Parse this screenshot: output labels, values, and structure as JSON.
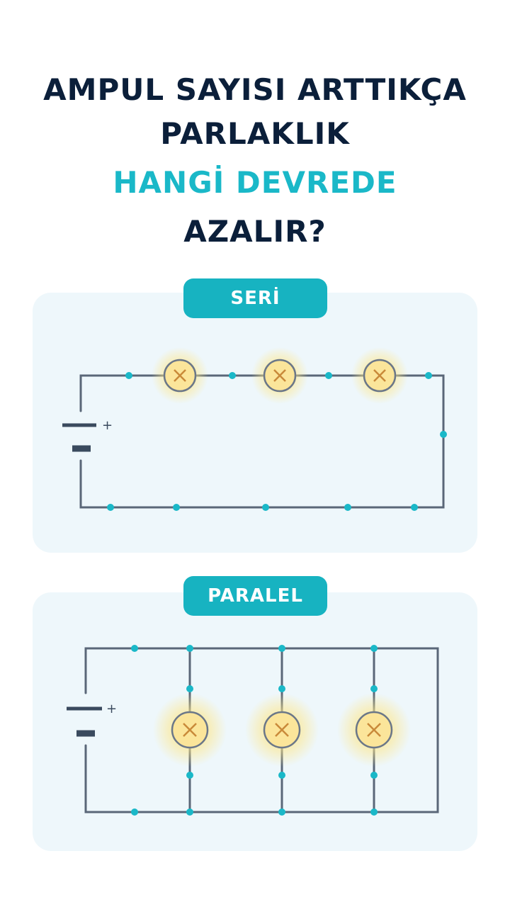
{
  "headline": {
    "line1": "AMPUL SAYISI ARTTIKÇA",
    "line2": "PARLAKLIK",
    "line3": "HANGİ DEVREDE",
    "line4": "AZALIR?"
  },
  "series_panel": {
    "label": "SERİ",
    "battery_plus": "+",
    "bulb_count": 3
  },
  "parallel_panel": {
    "label": "PARALEL",
    "battery_plus": "+",
    "bulb_count": 3
  },
  "colors": {
    "title_dark": "#0b1f3a",
    "title_accent": "#1ab8c8",
    "pill": "#17b3c1",
    "panel_bg": "#eef7fb",
    "wire": "#5a6778",
    "node": "#1ab8c8",
    "bulb_fill": "#fbe59a",
    "bulb_glow": "#fde68a"
  }
}
